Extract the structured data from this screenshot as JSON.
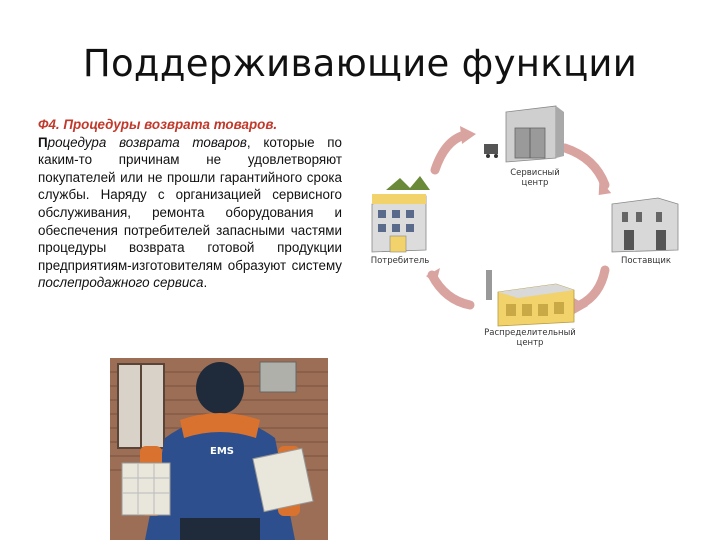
{
  "slide": {
    "title": "Поддерживающие функции"
  },
  "body": {
    "heading": "Ф4. Процедуры возврата товаров.",
    "p_bold": "П",
    "p_italic": "роцедура возврата товаров",
    "p_text1": ", которые по каким-то причинам не удовлетворяют покупателей или не прошли гарантийного срока службы. Наряду с организацией сервисного обслуживания, ремонта оборудования и обеспечения потребителей запасными частями процедуры возврата готовой продукции предприятиям-изготовителям образуют систему ",
    "p_italic2": "послепродажного сервиса",
    "p_end": "."
  },
  "diagram": {
    "service_center": "Сервисный центр",
    "consumer": "Потребитель",
    "supplier": "Поставщик",
    "distribution_center": "Распределительный центр"
  },
  "photo": {
    "jacket_logo": "EMS"
  },
  "colors": {
    "arrow": "#d9a3a0",
    "heading": "#c0392b",
    "building_yellow": "#f2d26a",
    "building_gray": "#c9c9c9"
  }
}
